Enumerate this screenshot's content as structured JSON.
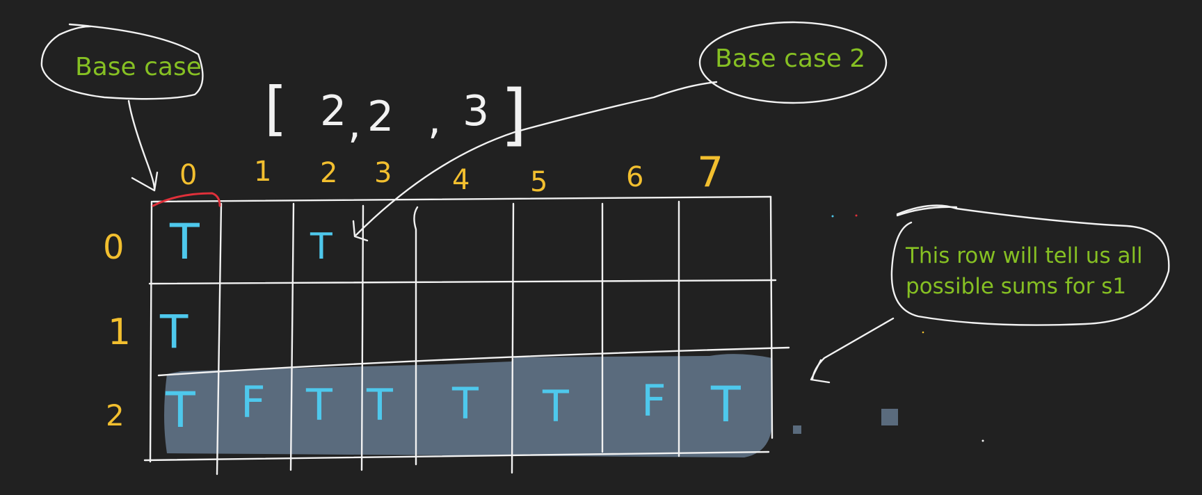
{
  "annotations": {
    "base_case": "Base case",
    "base_case_2": "Base case 2",
    "row_note_line1": "This row will tell us all",
    "row_note_line2": "possible sums for s1"
  },
  "array": {
    "values": [
      "2",
      "2",
      "3"
    ],
    "open": "[",
    "close": "]",
    "sep": ","
  },
  "columns": [
    "0",
    "1",
    "2",
    "3",
    "4",
    "5",
    "6",
    "7"
  ],
  "rows": [
    "0",
    "1",
    "2"
  ],
  "cells": [
    [
      "T",
      "",
      "T",
      "",
      "",
      "",
      "",
      ""
    ],
    [
      "T",
      "",
      "",
      "",
      "",
      "",
      "",
      ""
    ],
    [
      "T",
      "F",
      "T",
      "T",
      "T",
      "T",
      "F",
      "T"
    ]
  ],
  "colors": {
    "background": "#212121",
    "annotation_green": "#86c023",
    "index_yellow": "#f2bf2f",
    "cell_blue": "#4ec8ec",
    "highlight": "#5a6b7d",
    "red_mark": "#e0303a",
    "ink": "#f2f2f2"
  }
}
